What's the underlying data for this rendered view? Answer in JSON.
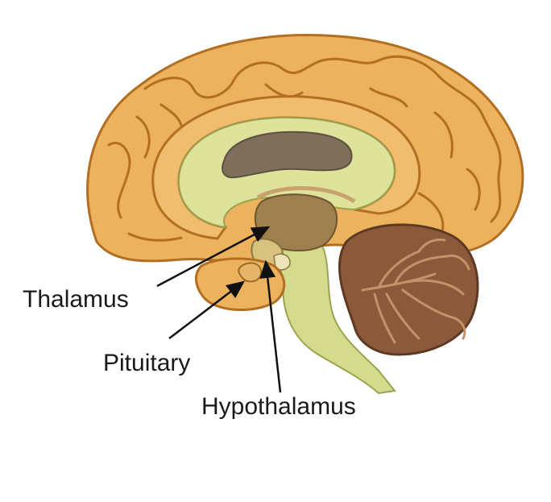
{
  "labels": {
    "thalamus": "Thalamus",
    "pituitary": "Pituitary",
    "hypothalamus": "Hypothalamus"
  },
  "colors": {
    "cortex": "#EDB25E",
    "cortex_dark": "#C9852E",
    "gyrus_line": "#B26F22",
    "corpus_callosum": "#DDE39A",
    "ventricle": "#7F6E5A",
    "thalamus": "#9E7F4E",
    "brainstem": "#D4DB8C",
    "cerebellum": "#8C5A3A",
    "cerebellum_light": "#B98560",
    "pituitary": "#E7B56A",
    "arrow": "#111111",
    "label_text": "#1a1a1a"
  }
}
